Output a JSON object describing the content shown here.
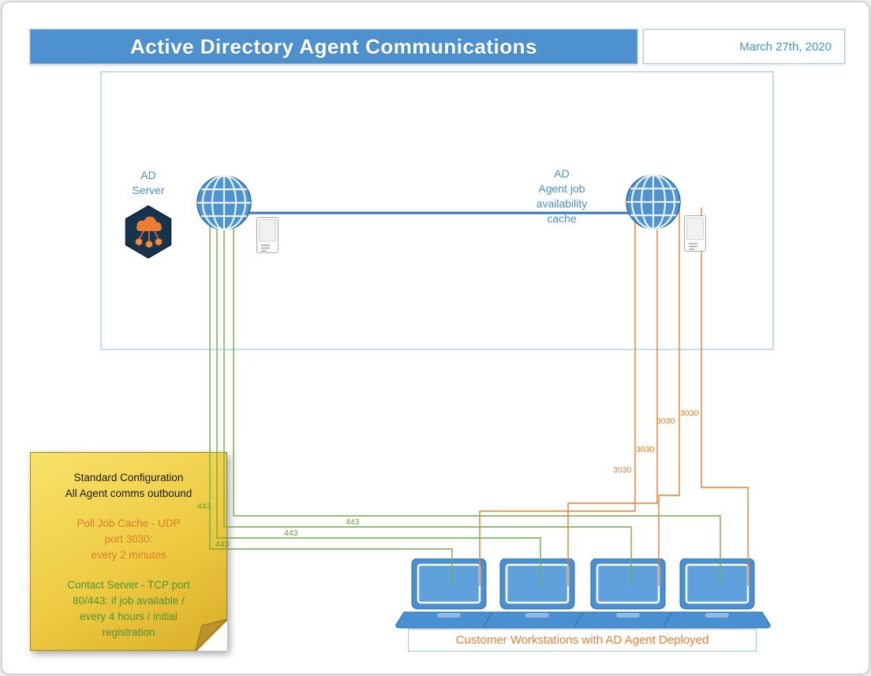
{
  "header": {
    "title": "Active Directory Agent Communications",
    "date": "March 27th, 2020"
  },
  "nodes": {
    "ad_server": {
      "line1": "AD",
      "line2": "Server"
    },
    "cache": {
      "line1": "AD",
      "line2": "Agent job",
      "line3": "availability",
      "line4": "cache"
    }
  },
  "ports": {
    "https": "443",
    "udp": "3030"
  },
  "note": {
    "config_line1": "Standard Configuration",
    "config_line2": "All Agent comms outbound",
    "poll_line1": "Poll Job Cache - UDP",
    "poll_line2": "port 3030:",
    "poll_line3": "every 2 minutes",
    "contact_line1": "Contact Server - TCP port",
    "contact_line2": "80/443: if job available /",
    "contact_line3": "every 4 hours / initial",
    "contact_line4": "registration"
  },
  "footer": {
    "workstations_label": "Customer Workstations with AD Agent Deployed"
  },
  "colors": {
    "accent_blue": "#4e91cf",
    "label_blue": "#4a90c4",
    "line_green": "#70ad47",
    "line_orange": "#ed7d31",
    "note_yellow": "#eecb42",
    "logo_navy": "#17344f"
  }
}
